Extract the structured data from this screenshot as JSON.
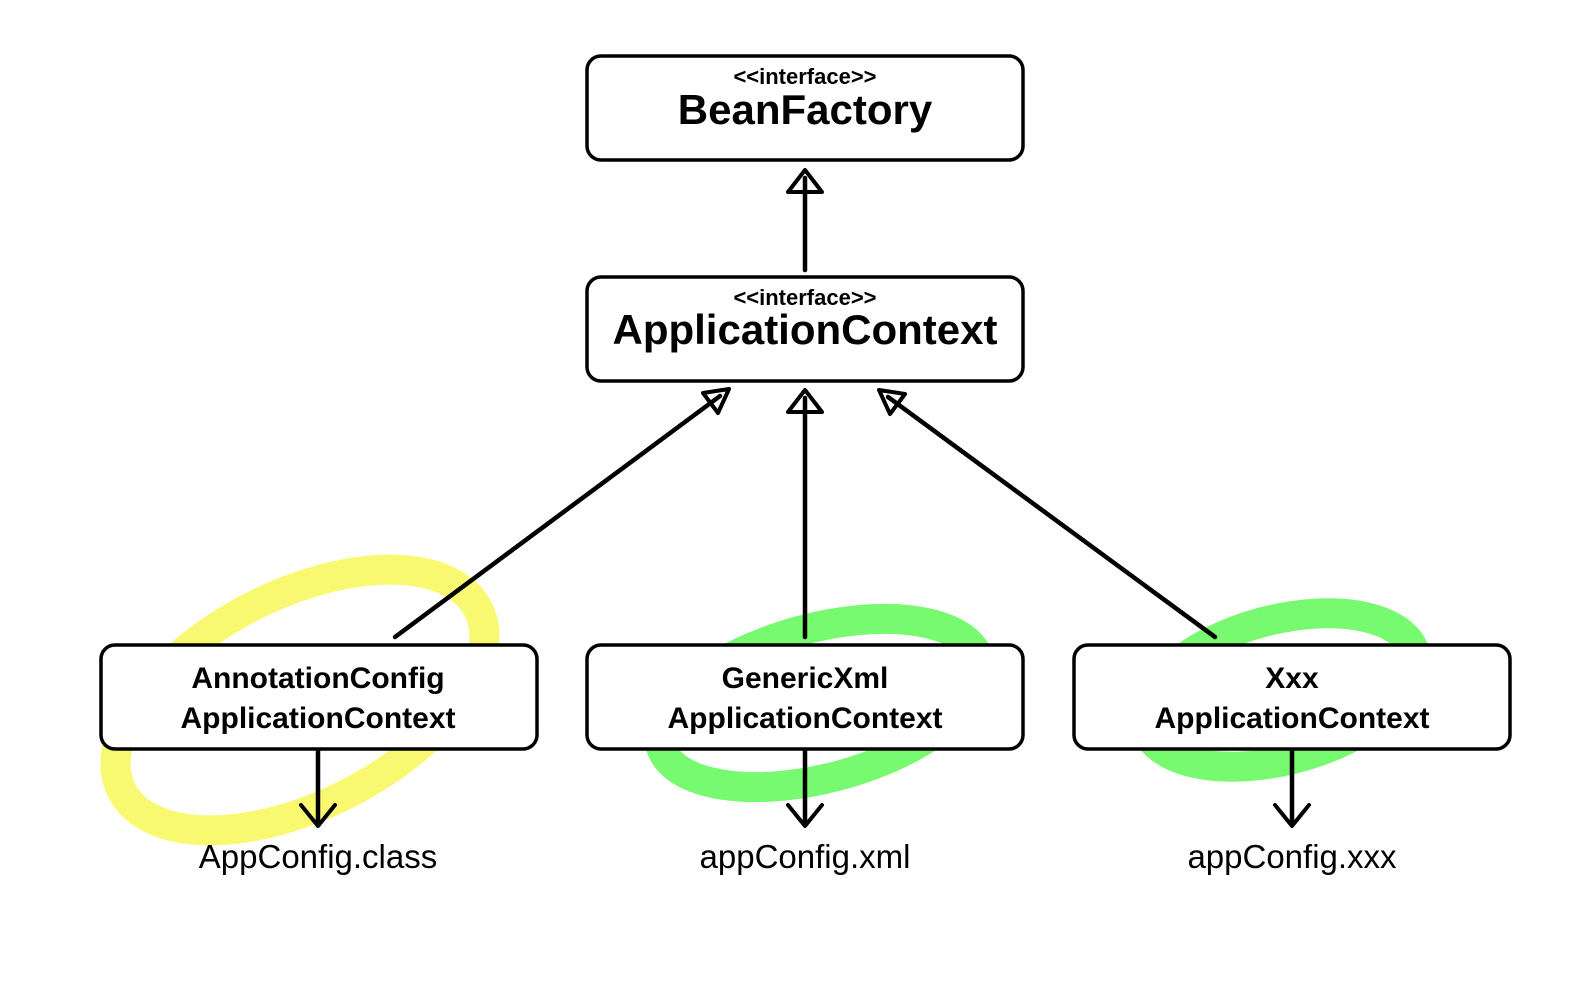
{
  "colors": {
    "highlight_yellow": "#f9f971",
    "highlight_green": "#77f970",
    "stroke": "#000000"
  },
  "nodes": {
    "bean_factory": {
      "stereotype": "<<interface>>",
      "name": "BeanFactory"
    },
    "application_context": {
      "stereotype": "<<interface>>",
      "name": "ApplicationContext"
    },
    "annotation_config": {
      "line1": "AnnotationConfig",
      "line2": "ApplicationContext",
      "config": "AppConfig.class",
      "highlight": "yellow"
    },
    "generic_xml": {
      "line1": "GenericXml",
      "line2": "ApplicationContext",
      "config": "appConfig.xml",
      "highlight": "green"
    },
    "xxx": {
      "line1": "Xxx",
      "line2": "ApplicationContext",
      "config": "appConfig.xxx",
      "highlight": "green"
    }
  },
  "edges": [
    {
      "from": "application_context",
      "to": "bean_factory",
      "type": "inheritance"
    },
    {
      "from": "annotation_config",
      "to": "application_context",
      "type": "inheritance"
    },
    {
      "from": "generic_xml",
      "to": "application_context",
      "type": "inheritance"
    },
    {
      "from": "xxx",
      "to": "application_context",
      "type": "inheritance"
    },
    {
      "from": "annotation_config",
      "to": "annotation_config.config",
      "type": "uses"
    },
    {
      "from": "generic_xml",
      "to": "generic_xml.config",
      "type": "uses"
    },
    {
      "from": "xxx",
      "to": "xxx.config",
      "type": "uses"
    }
  ]
}
